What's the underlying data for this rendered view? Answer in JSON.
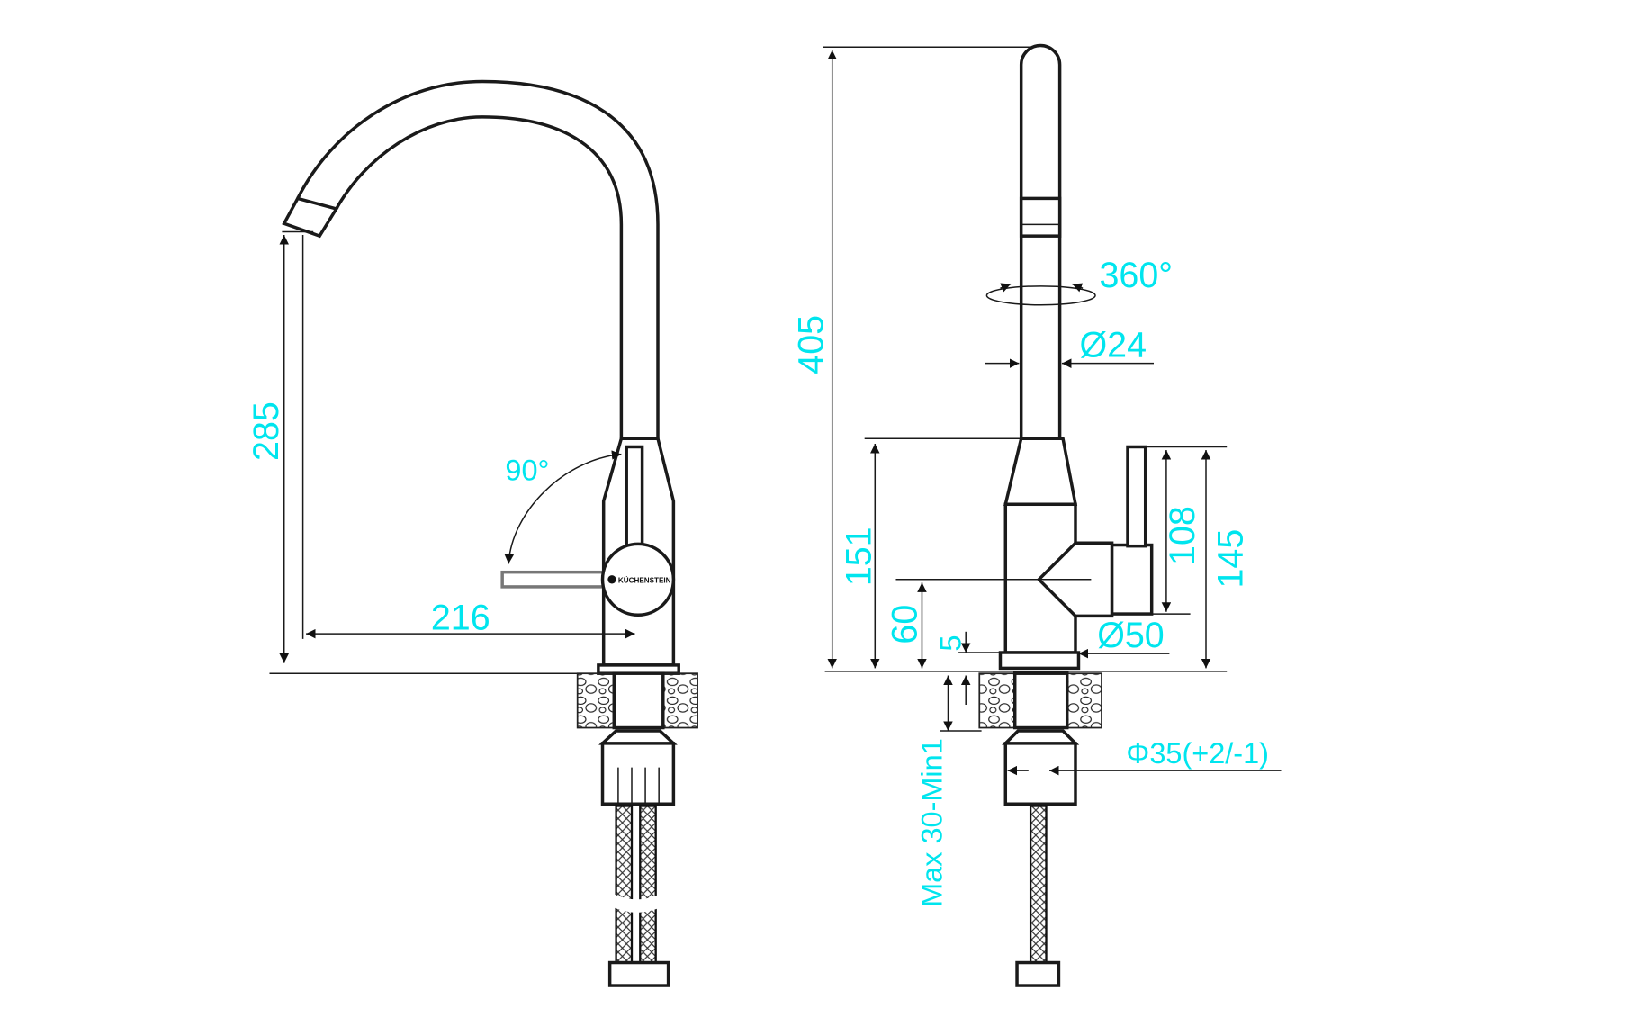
{
  "drawing": {
    "title": "Kitchen faucet dimension drawing",
    "accent_color": "#00e5ee",
    "brand_logo": "KÜCHENSTEIN",
    "front_view": {
      "height_spout": "285",
      "reach": "216",
      "handle_rotation": "90°"
    },
    "side_view": {
      "total_height": "405",
      "body_height": "151",
      "handle_axis_height": "60",
      "base_height": "5",
      "handle_length": "108",
      "handle_top_height": "145",
      "spout_diameter": "Ø24",
      "body_diameter": "Ø50",
      "swivel": "360°",
      "countertop_thickness": "Max 30-Min1",
      "hole_diameter": "Φ35(+2/-1)"
    }
  }
}
